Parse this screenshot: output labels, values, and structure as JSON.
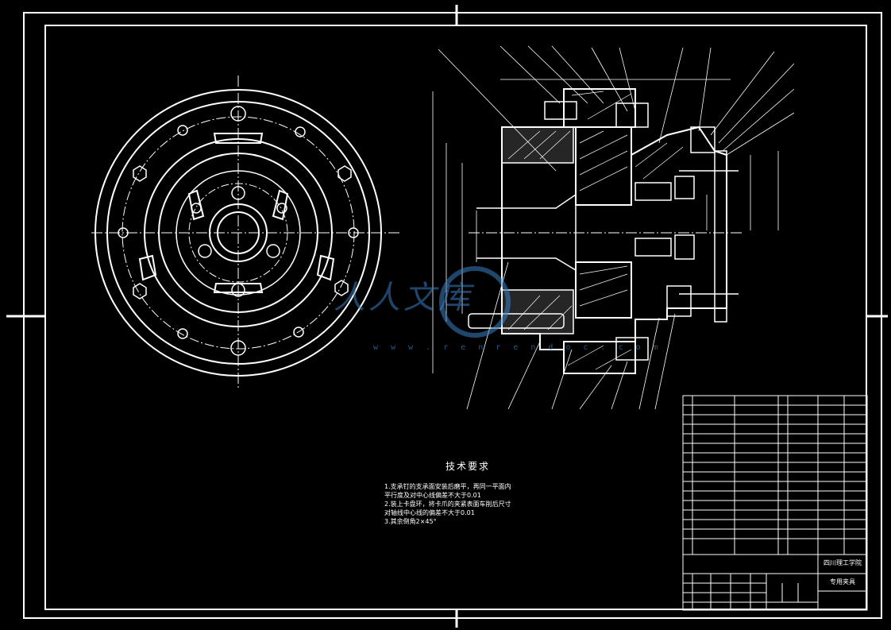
{
  "technical_requirements": {
    "title": "技术要求",
    "lines": [
      "1.支承钉的支承面安装后磨平，再同一平面内",
      "  平行度及对中心线偏差不大于0.01",
      "2.装上卡盘环，将卡爪的夹紧表面车削后尺寸",
      "  对轴线中心线的偏差不大于0.01",
      "3.其余倒角2×45°"
    ]
  },
  "title_block": {
    "school": "四川理工学院",
    "drawing_name": "专用夹具"
  },
  "watermark": {
    "logo_text": "人人文库",
    "url": "w w w . r e n r e n d o c . c o m"
  },
  "colors": {
    "background": "#000000",
    "line": "#ffffff",
    "watermark": "#3a7fc4"
  }
}
